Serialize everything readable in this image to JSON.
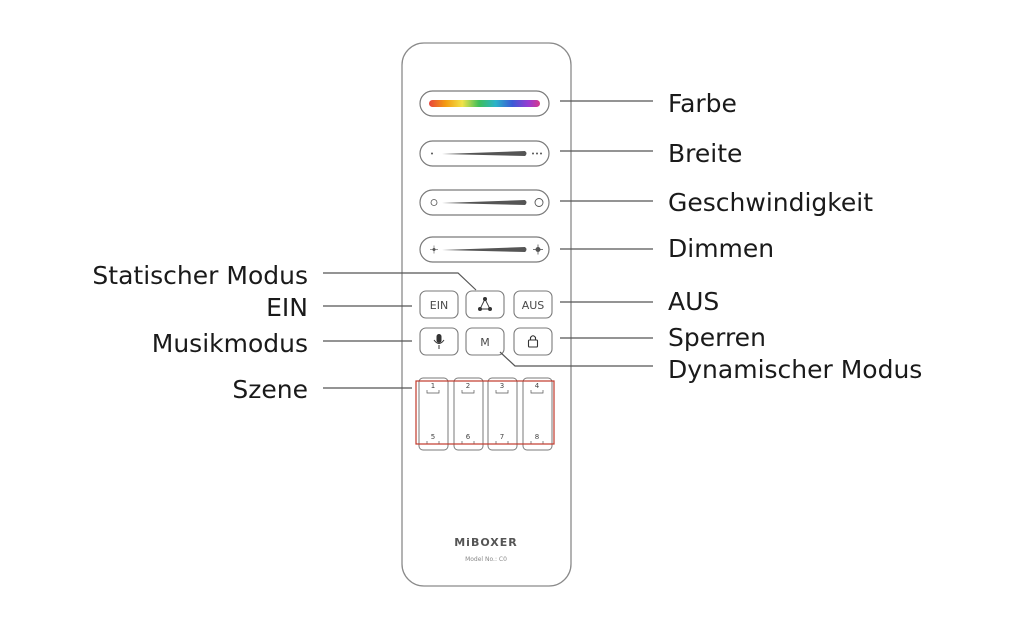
{
  "labels": {
    "farbe": "Farbe",
    "breite": "Breite",
    "geschwindigkeit": "Geschwindigkeit",
    "dimmen": "Dimmen",
    "statischer_modus": "Statischer Modus",
    "ein": "EIN",
    "aus": "AUS",
    "musikmodus": "Musikmodus",
    "sperren": "Sperren",
    "dynamischer_modus": "Dynamischer Modus",
    "szene": "Szene"
  },
  "remote": {
    "btn_on": "EIN",
    "btn_off": "AUS",
    "btn_m": "M",
    "scenes_top": [
      "1",
      "2",
      "3",
      "4"
    ],
    "scenes_bottom": [
      "5",
      "6",
      "7",
      "8"
    ],
    "brand": "MiBOXER",
    "model": "Model No.: C0"
  },
  "colors": {
    "outline": "#8a8a8a",
    "leader": "#555555",
    "scene_highlight": "#c0392b"
  }
}
